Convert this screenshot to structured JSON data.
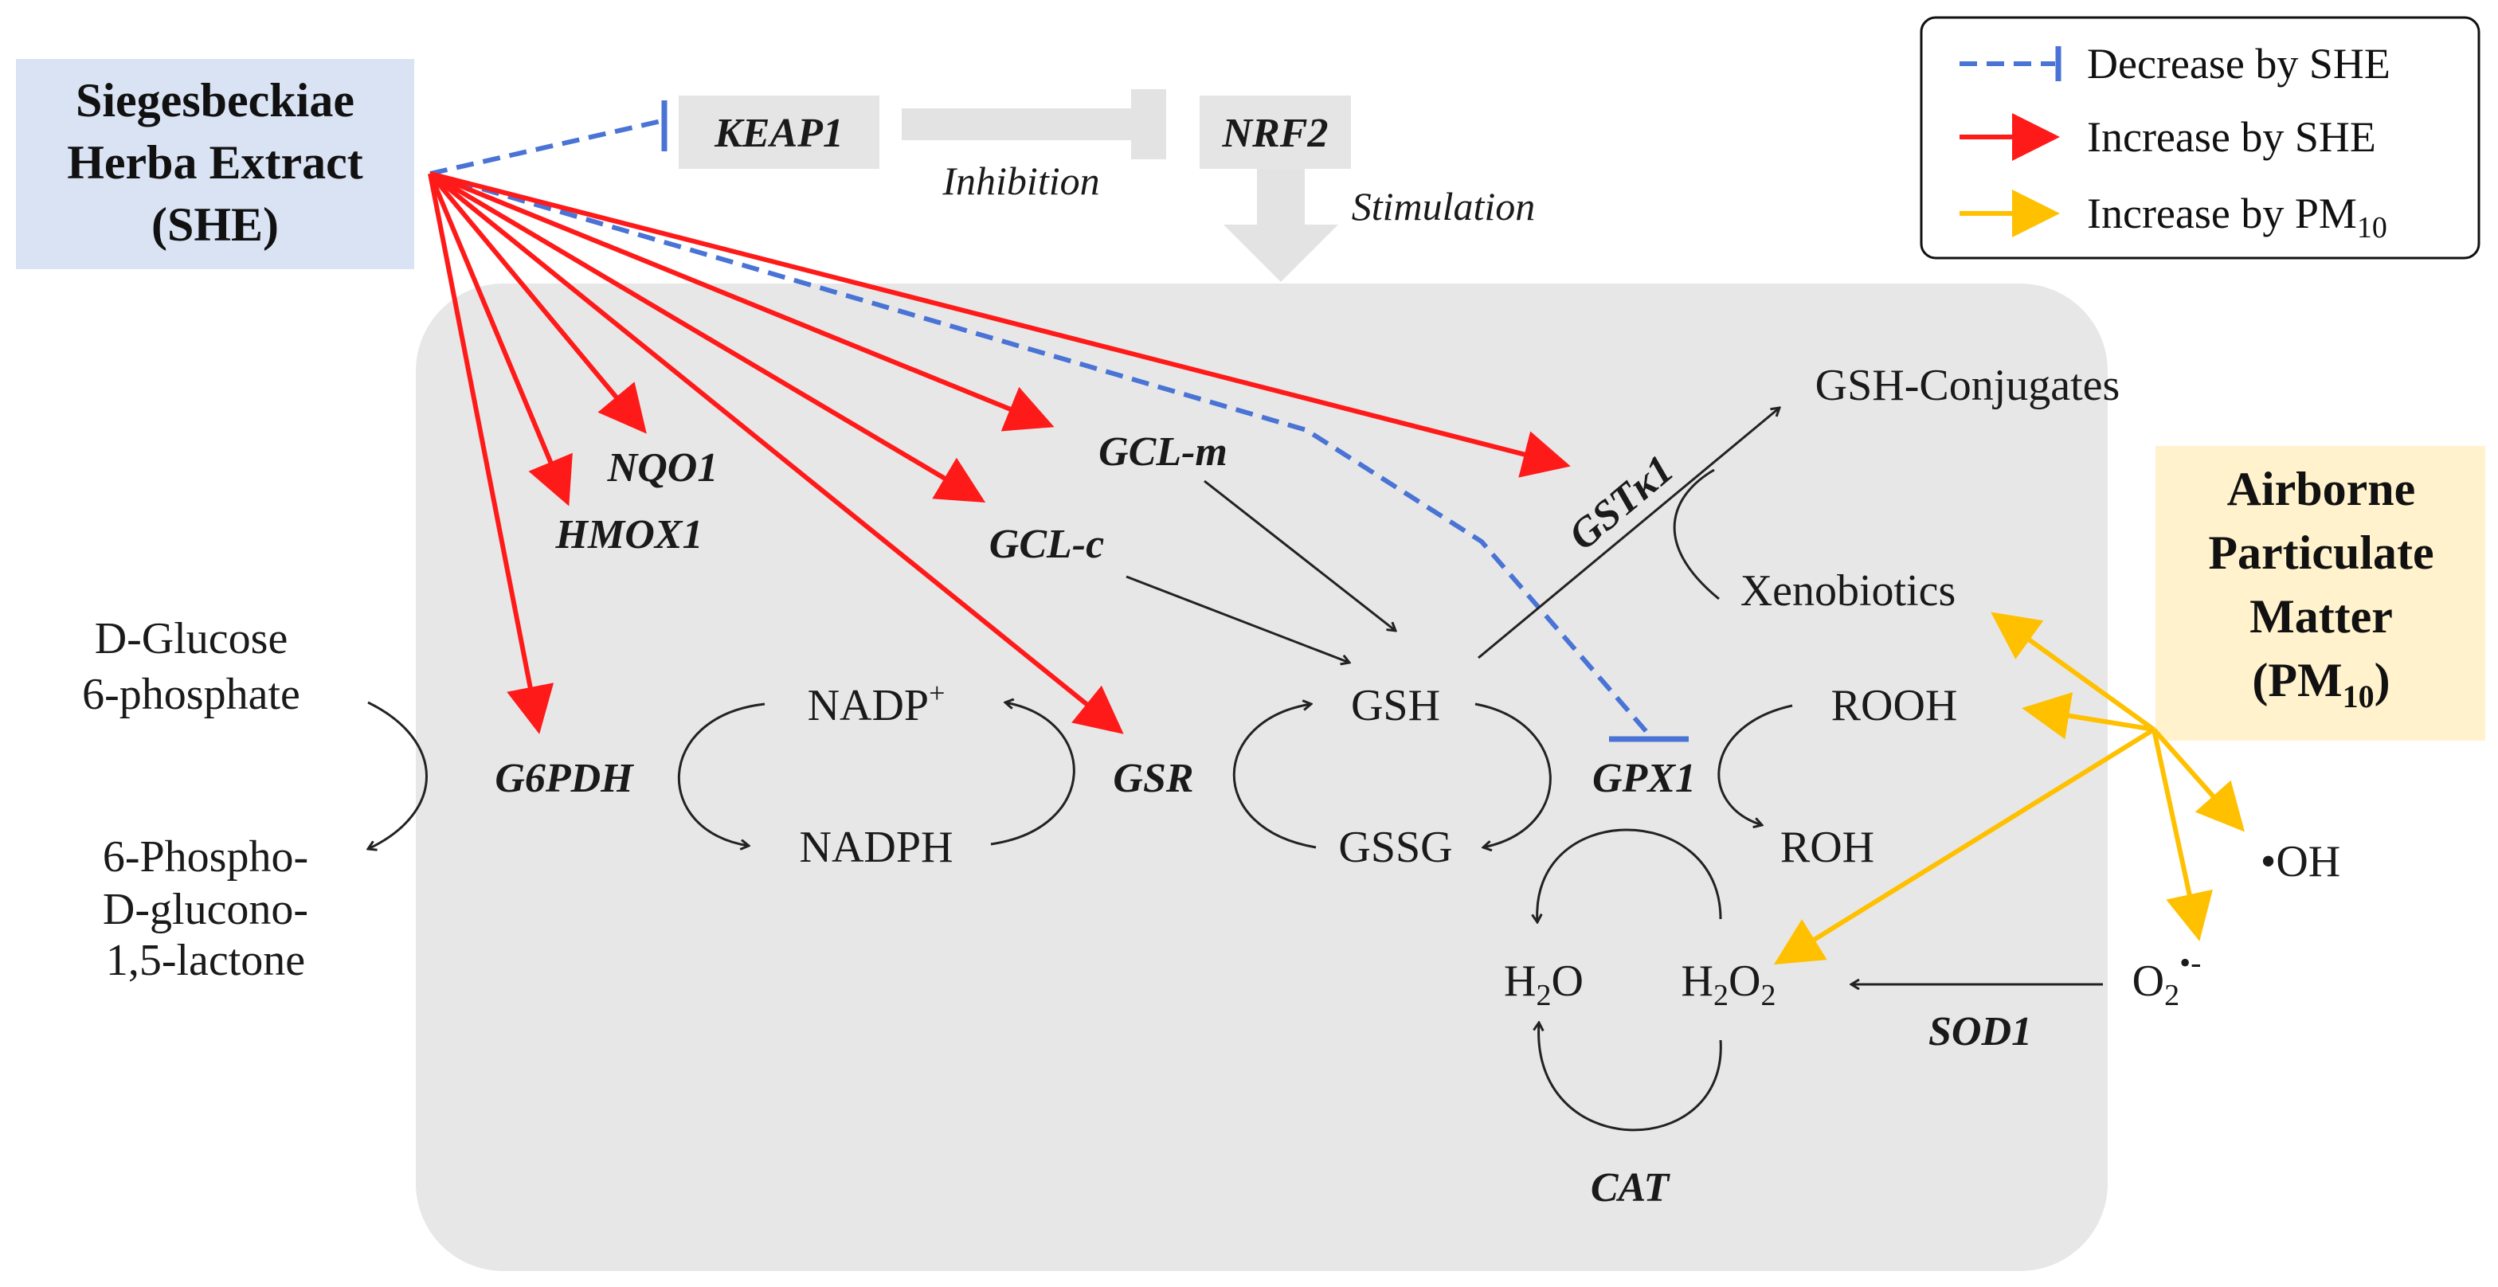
{
  "she_box": {
    "line1": "Siegesbeckiae",
    "line2": "Herba Extract",
    "line3": "(SHE)"
  },
  "pm_box": {
    "line1": "Airborne",
    "line2": "Particulate",
    "line3": "Matter",
    "line4_main": "(PM",
    "line4_sub": "10",
    "line4_end": ")"
  },
  "top_genes": {
    "keap1": "KEAP1",
    "nrf2": "NRF2",
    "inhibition": "Inhibition",
    "stimulation": "Stimulation"
  },
  "legend": {
    "decrease": "Decrease by SHE",
    "increase_she": "Increase by SHE",
    "increase_pm_main": "Increase by PM",
    "increase_pm_sub": "10"
  },
  "genes": {
    "nqo1": "NQO1",
    "hmox1": "HMOX1",
    "gclm": "GCL-m",
    "gclc": "GCL-c",
    "g6pdh": "G6PDH",
    "gsr": "GSR",
    "gpx1": "GPX1",
    "gstk1": "GSTκ1",
    "sod1": "SOD1",
    "cat": "CAT"
  },
  "metabolites": {
    "glucose1": "D-Glucose",
    "glucose2": "6-phosphate",
    "lactone1": "6-Phospho-",
    "lactone2": "D-glucono-",
    "lactone3": "1,5-lactone",
    "nadp_main": "NADP",
    "nadp_sup": "+",
    "nadph": "NADPH",
    "gsh": "GSH",
    "gssg": "GSSG",
    "conjugates": "GSH-Conjugates",
    "xenobiotics": "Xenobiotics",
    "rooh": "ROOH",
    "roh": "ROH",
    "oh_radical": "•OH",
    "h2o_a": "H",
    "h2o_sub": "2",
    "h2o_b": "O",
    "h2o2_a": "H",
    "h2o2_sub1": "2",
    "h2o2_b": "O",
    "h2o2_sub2": "2",
    "o2_a": "O",
    "o2_sub": "2",
    "o2_sup": "•-"
  },
  "colors": {
    "red": "#ff1a1a",
    "blue": "#4a73d6",
    "yellow": "#ffc000",
    "she_bg": "#dae3f3",
    "pm_bg": "#fff2cc",
    "cell_bg": "#e7e7e7",
    "gene_box": "#e5e5e5"
  }
}
